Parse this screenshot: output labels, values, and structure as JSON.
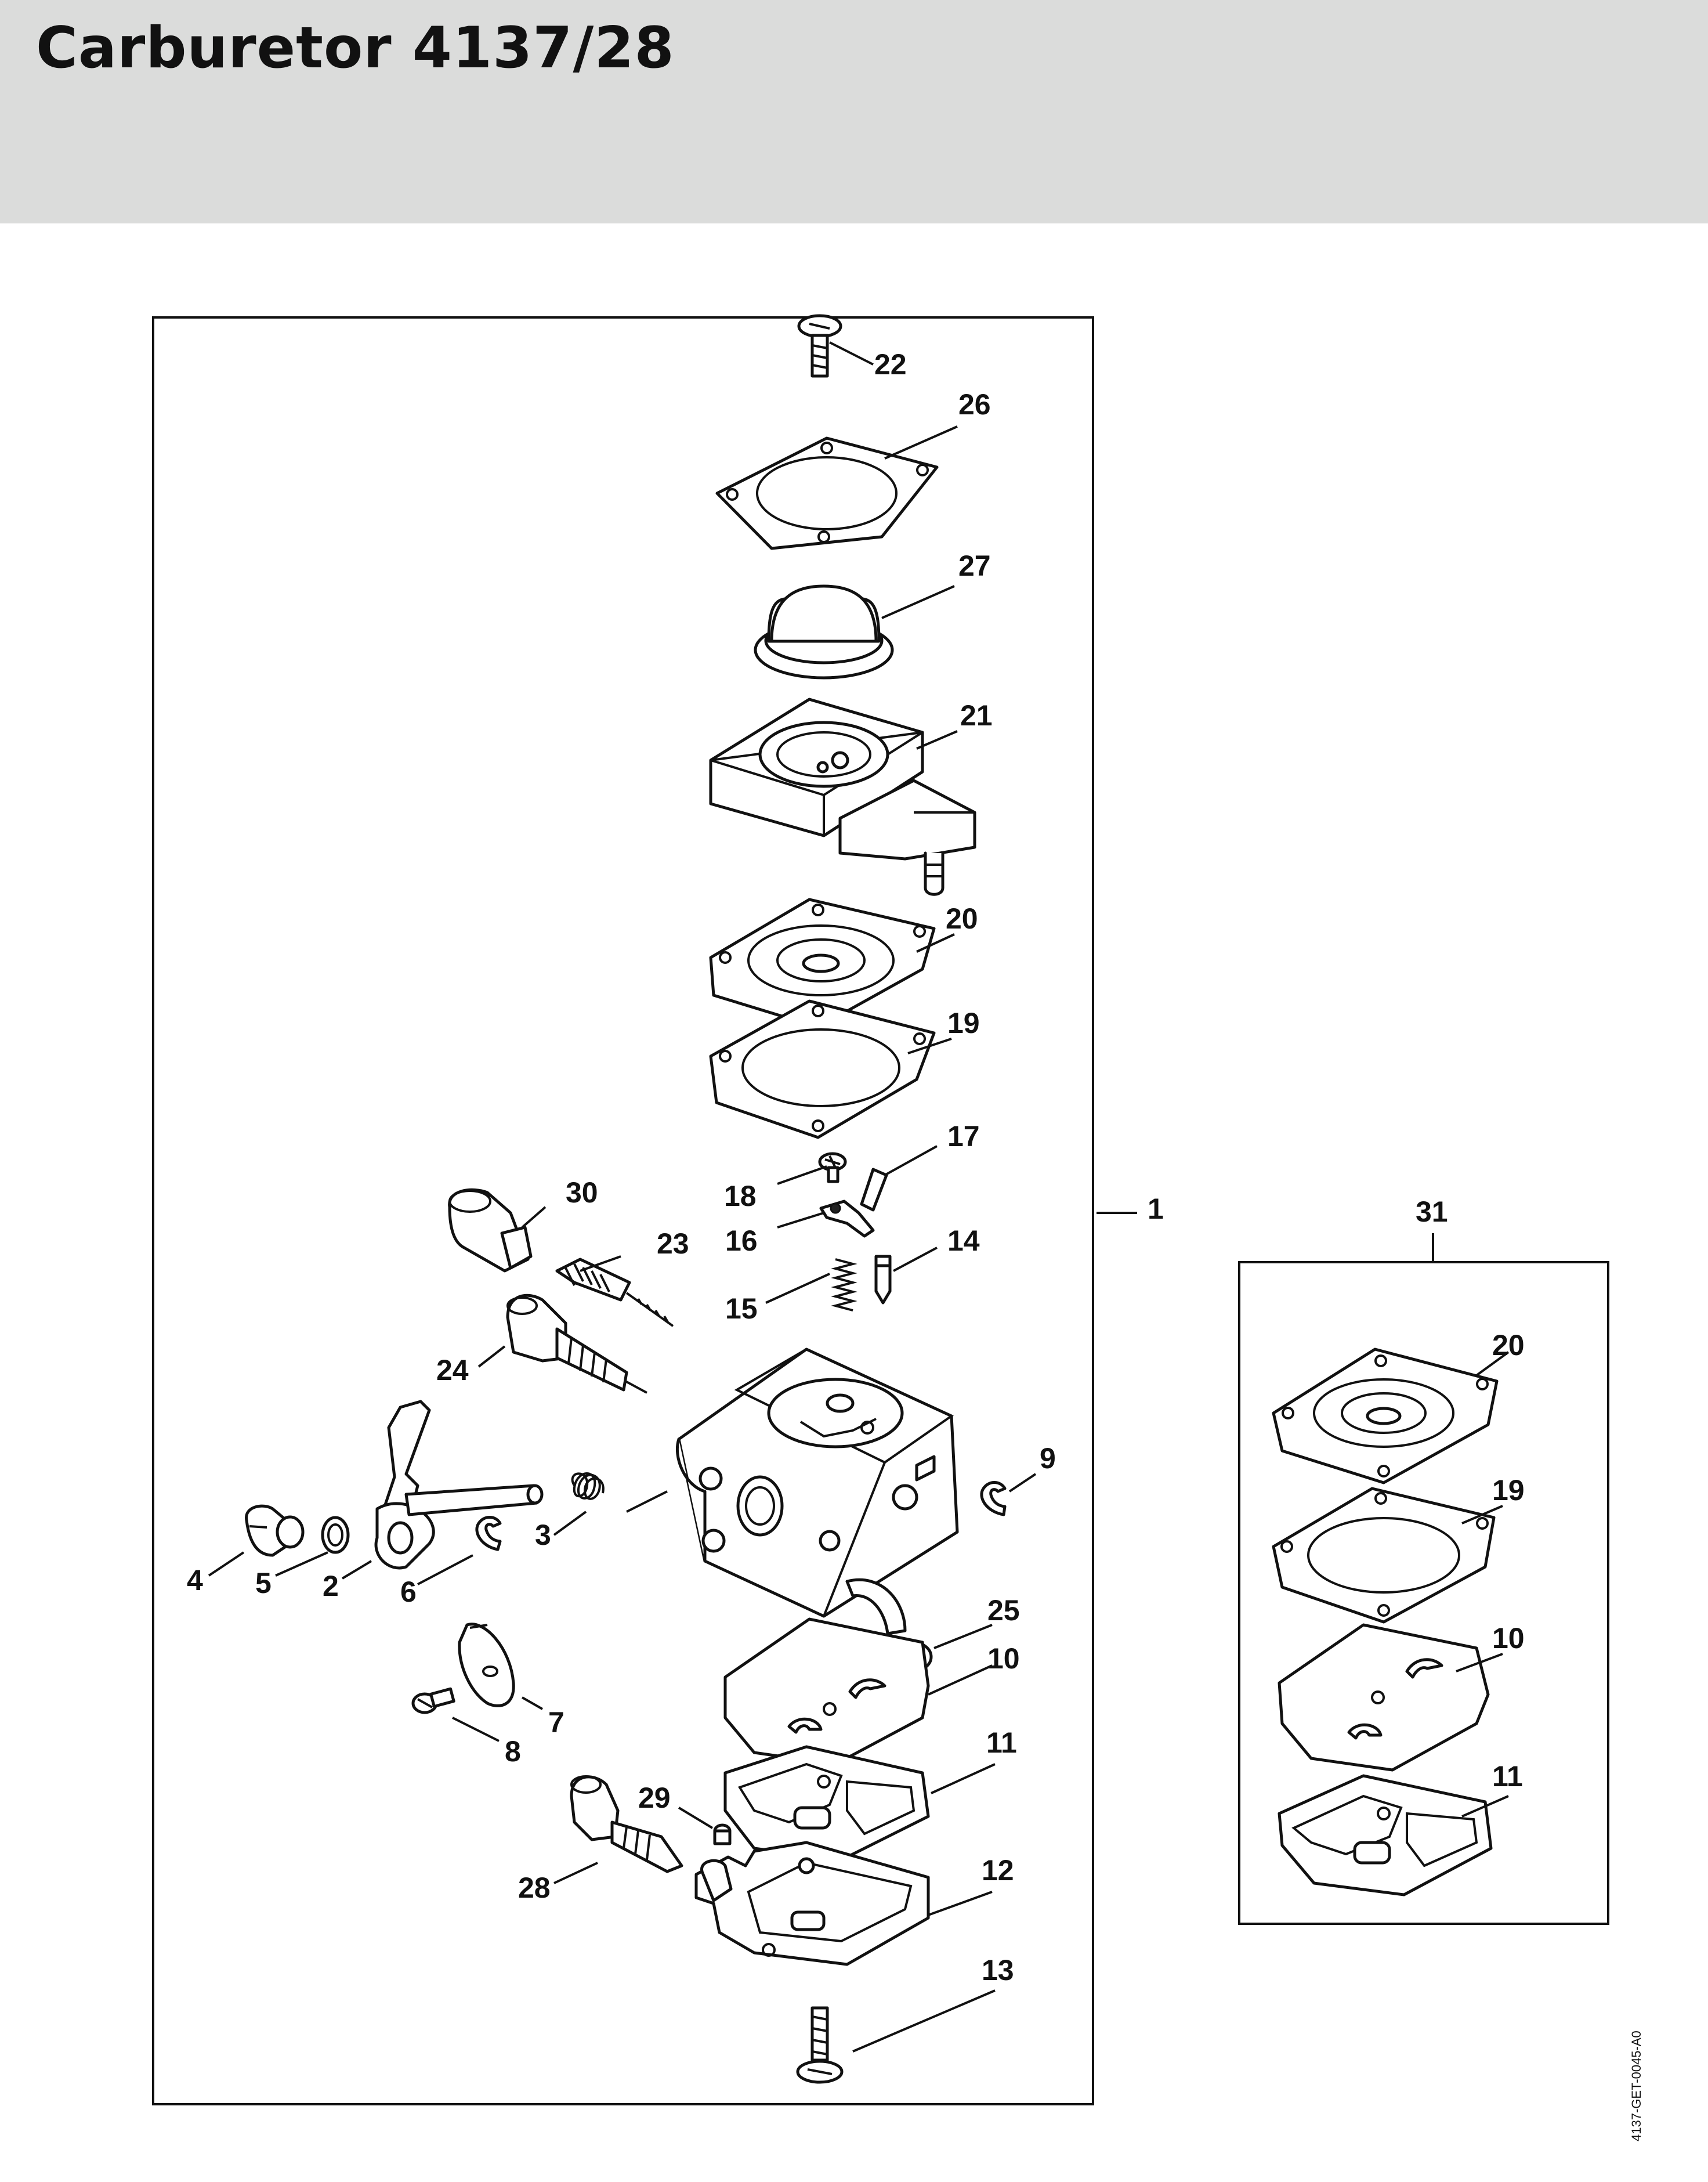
{
  "title": "Carburetor 4137/28",
  "document_code": "4137-GET-0045-A0",
  "callouts": {
    "c1": "1",
    "c2": "2",
    "c3": "3",
    "c4": "4",
    "c5": "5",
    "c6": "6",
    "c7": "7",
    "c8": "8",
    "c9": "9",
    "c10": "10",
    "c11": "11",
    "c12": "12",
    "c13": "13",
    "c14": "14",
    "c15": "15",
    "c16": "16",
    "c17": "17",
    "c18": "18",
    "c19": "19",
    "c20": "20",
    "c21": "21",
    "c22": "22",
    "c23": "23",
    "c24": "24",
    "c25": "25",
    "c26": "26",
    "c27": "27",
    "c28": "28",
    "c29": "29",
    "c30": "30",
    "c31": "31"
  },
  "kit_callouts": {
    "k20": "20",
    "k19": "19",
    "k10": "10",
    "k11": "11"
  }
}
